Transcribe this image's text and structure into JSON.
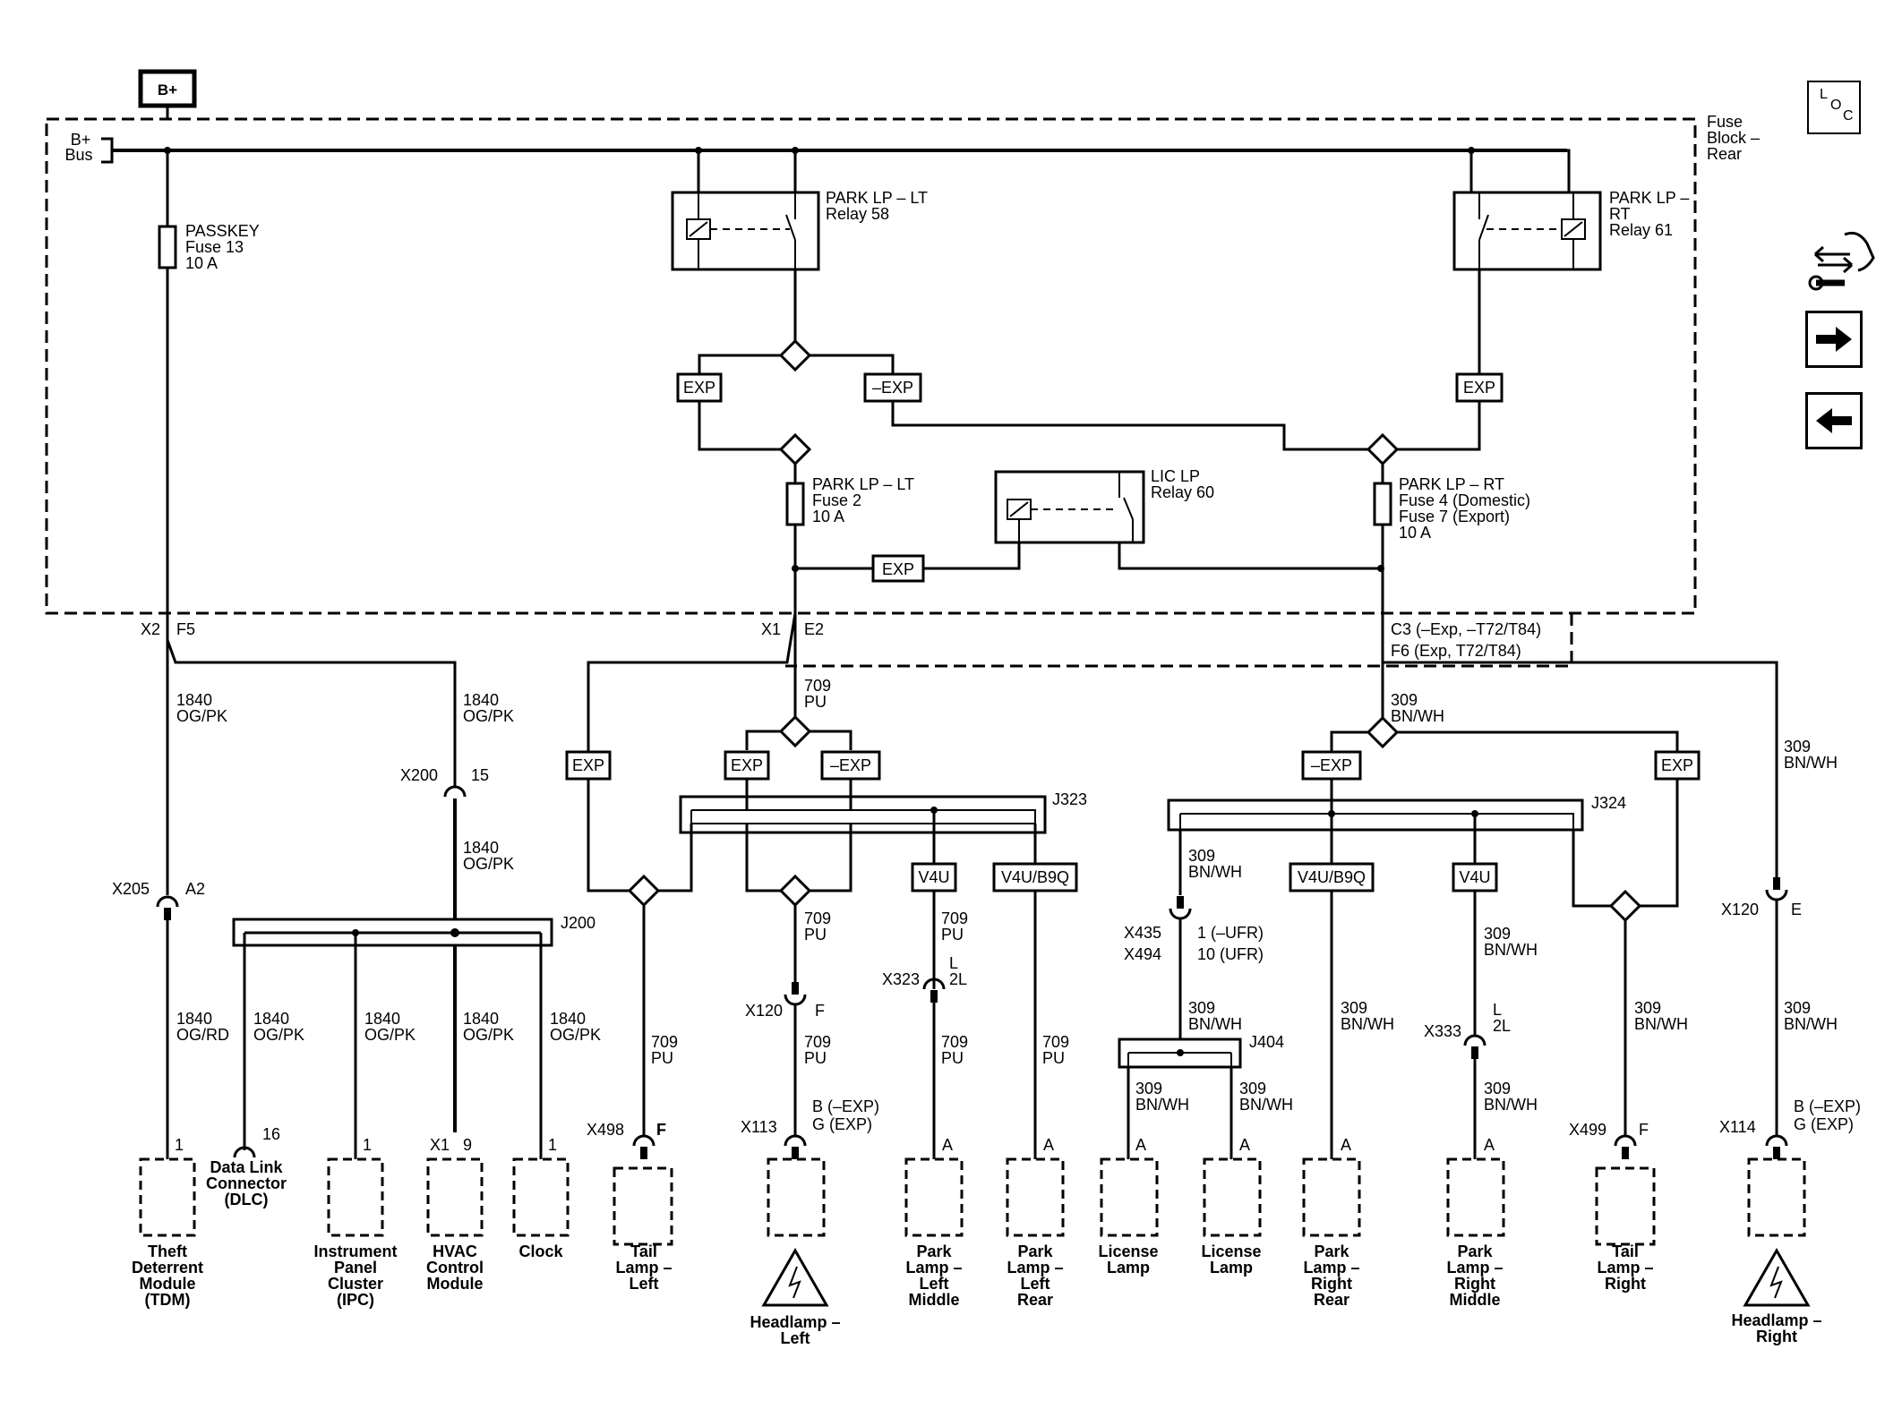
{
  "power": {
    "bplus": "B+",
    "bus1": "B+",
    "bus2": "Bus"
  },
  "fuse_block": {
    "line1": "Fuse",
    "line2": "Block –",
    "line3": "Rear"
  },
  "passkey": {
    "l1": "PASSKEY",
    "l2": "Fuse 13",
    "l3": "10 A"
  },
  "relay58": {
    "l1": "PARK LP – LT",
    "l2": "Relay 58"
  },
  "relay61": {
    "l1": "PARK LP –",
    "l2": "RT",
    "l3": "Relay 61"
  },
  "relay60": {
    "l1": "LIC LP",
    "l2": "Relay 60"
  },
  "fuse2": {
    "l1": "PARK LP – LT",
    "l2": "Fuse 2",
    "l3": "10 A"
  },
  "fuse4": {
    "l1": "PARK LP – RT",
    "l2": "Fuse 4 (Domestic)",
    "l3": "Fuse 7 (Export)",
    "l4": "10 A"
  },
  "opt": {
    "exp": "EXP",
    "nexp": "–EXP",
    "v4u": "V4U",
    "v4ub9q": "V4U/B9Q"
  },
  "conn": {
    "x2": "X2",
    "f5": "F5",
    "x1": "X1",
    "e2": "E2",
    "c3": "C3 (–Exp, –T72/T84)",
    "f6": "F6 (Exp, T72/T84)",
    "x200": "X200",
    "x200p": "15",
    "x205": "X205",
    "x205p": "A2",
    "j200": "J200",
    "j323": "J323",
    "j324": "J324",
    "j404": "J404",
    "x120a": "X120",
    "x120ap": "F",
    "x323": "X323",
    "x323p1": "L",
    "x323p2": "2L",
    "x435": "X435",
    "x494": "X494",
    "x435p": "1 (–UFR)",
    "x494p": "10 (UFR)",
    "x333": "X333",
    "x333p1": "L",
    "x333p2": "2L",
    "x120b": "X120",
    "x120bp": "E",
    "x498": "X498",
    "x498p": "F",
    "x113": "X113",
    "x113p1": "B (–EXP)",
    "x113p2": "G (EXP)",
    "x499": "X499",
    "x499p": "F",
    "x114": "X114",
    "x114p1": "B (–EXP)",
    "x114p2": "G (EXP)",
    "p1": "1",
    "p16": "16",
    "px1": "X1",
    "p9": "9",
    "pA": "A"
  },
  "wires": {
    "n1840": "1840",
    "ogpk": "OG/PK",
    "ogrd": "OG/RD",
    "n709": "709",
    "pu": "PU",
    "n309": "309",
    "bnwh": "BN/WH"
  },
  "components": {
    "tdm": [
      "Theft",
      "Deterrent",
      "Module",
      "(TDM)"
    ],
    "dlc": [
      "Data Link",
      "Connector",
      "(DLC)"
    ],
    "ipc": [
      "Instrument",
      "Panel",
      "Cluster",
      "(IPC)"
    ],
    "hvac": [
      "HVAC",
      "Control",
      "Module"
    ],
    "clock": [
      "Clock"
    ],
    "tail_l": [
      "Tail",
      "Lamp –",
      "Left"
    ],
    "head_l": [
      "Headlamp –",
      "Left"
    ],
    "park_lm": [
      "Park",
      "Lamp –",
      "Left",
      "Middle"
    ],
    "park_lr": [
      "Park",
      "Lamp –",
      "Left",
      "Rear"
    ],
    "lic1": [
      "License",
      "Lamp"
    ],
    "lic2": [
      "License",
      "Lamp"
    ],
    "park_rr": [
      "Park",
      "Lamp –",
      "Right",
      "Rear"
    ],
    "park_rm": [
      "Park",
      "Lamp –",
      "Right",
      "Middle"
    ],
    "tail_r": [
      "Tail",
      "Lamp –",
      "Right"
    ],
    "head_r": [
      "Headlamp –",
      "Right"
    ]
  },
  "nav": {
    "loc_l": "L",
    "loc_o": "O",
    "loc_c": "C"
  }
}
